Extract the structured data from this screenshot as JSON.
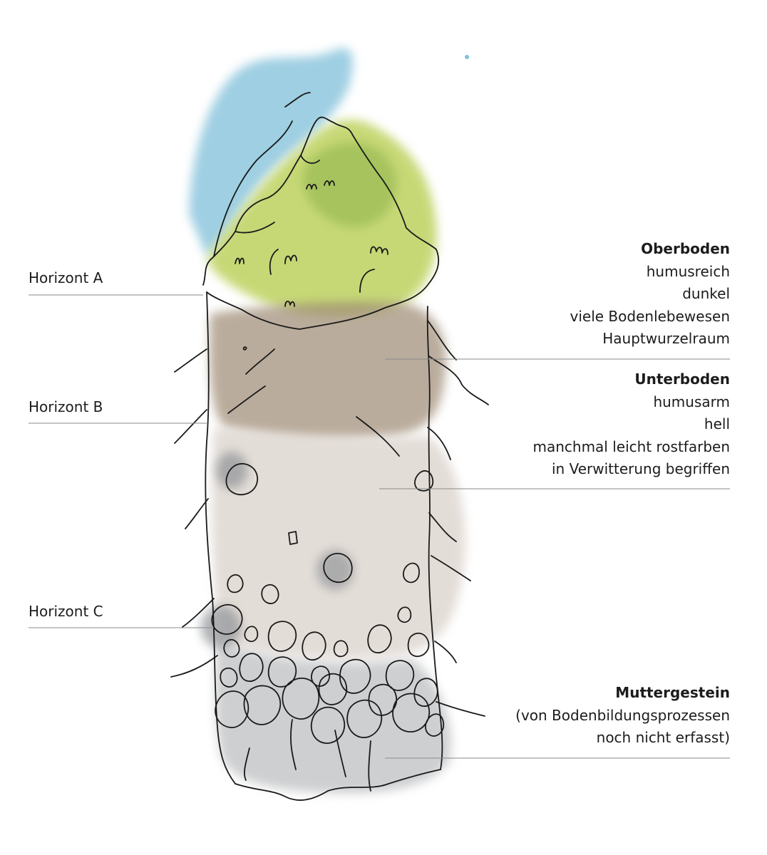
{
  "horizons": [
    {
      "id": "A",
      "label": "Horizont A"
    },
    {
      "id": "B",
      "label": "Horizont B"
    },
    {
      "id": "C",
      "label": "Horizont C"
    }
  ],
  "layers": [
    {
      "title": "Oberboden",
      "lines": [
        "humusreich",
        "dunkel",
        "viele Bodenlebewesen",
        "Hauptwurzelraum"
      ]
    },
    {
      "title": "Unterboden",
      "lines": [
        "humusarm",
        "hell",
        "manchmal leicht rostfarben",
        "in Verwitterung begriffen"
      ]
    },
    {
      "title": "Muttergestein",
      "lines": [
        "(von Bodenbildungsprozessen",
        "noch nicht erfasst)"
      ]
    }
  ],
  "colors": {
    "sky_wash": "#7fbfd9",
    "grass_wash": "#b9cf55",
    "topsoil_wash": "#9d8a73",
    "subsoil_wash": "#d8cfc7",
    "stone_wash": "#8e9296",
    "ink": "#1a1a1a",
    "leader_line": "#8a8a8a"
  }
}
